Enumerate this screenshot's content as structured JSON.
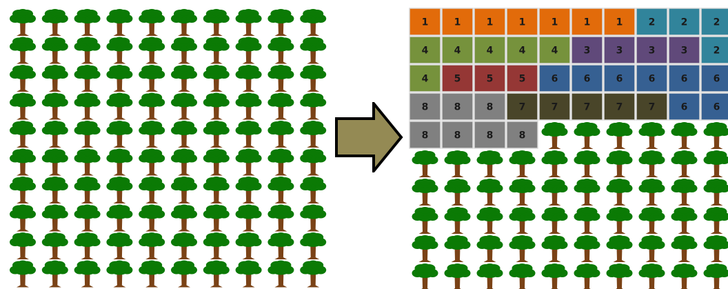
{
  "forest_before": {
    "rows": 10,
    "cols": 10,
    "tree_colors": {
      "canopy": "#0b7a05",
      "trunk": "#7a4216"
    }
  },
  "forest_after": {
    "rows": 10,
    "cols": 10,
    "grid": [
      [
        "1",
        "1",
        "1",
        "1",
        "1",
        "1",
        "1",
        "2",
        "2",
        "2"
      ],
      [
        "4",
        "4",
        "4",
        "4",
        "4",
        "3",
        "3",
        "3",
        "3",
        "2"
      ],
      [
        "4",
        "5",
        "5",
        "5",
        "6",
        "6",
        "6",
        "6",
        "6",
        "6"
      ],
      [
        "8",
        "8",
        "8",
        "7",
        "7",
        "7",
        "7",
        "7",
        "6",
        "6"
      ],
      [
        "8",
        "8",
        "8",
        "8",
        null,
        null,
        null,
        null,
        null,
        null
      ]
    ],
    "group_colors": {
      "1": "#e26b0a",
      "2": "#31849b",
      "3": "#60497a",
      "4": "#76923c",
      "5": "#953735",
      "6": "#366092",
      "7": "#494529",
      "8": "#808080"
    }
  },
  "arrow": {
    "fill": "#948a54",
    "stroke": "#000000"
  }
}
